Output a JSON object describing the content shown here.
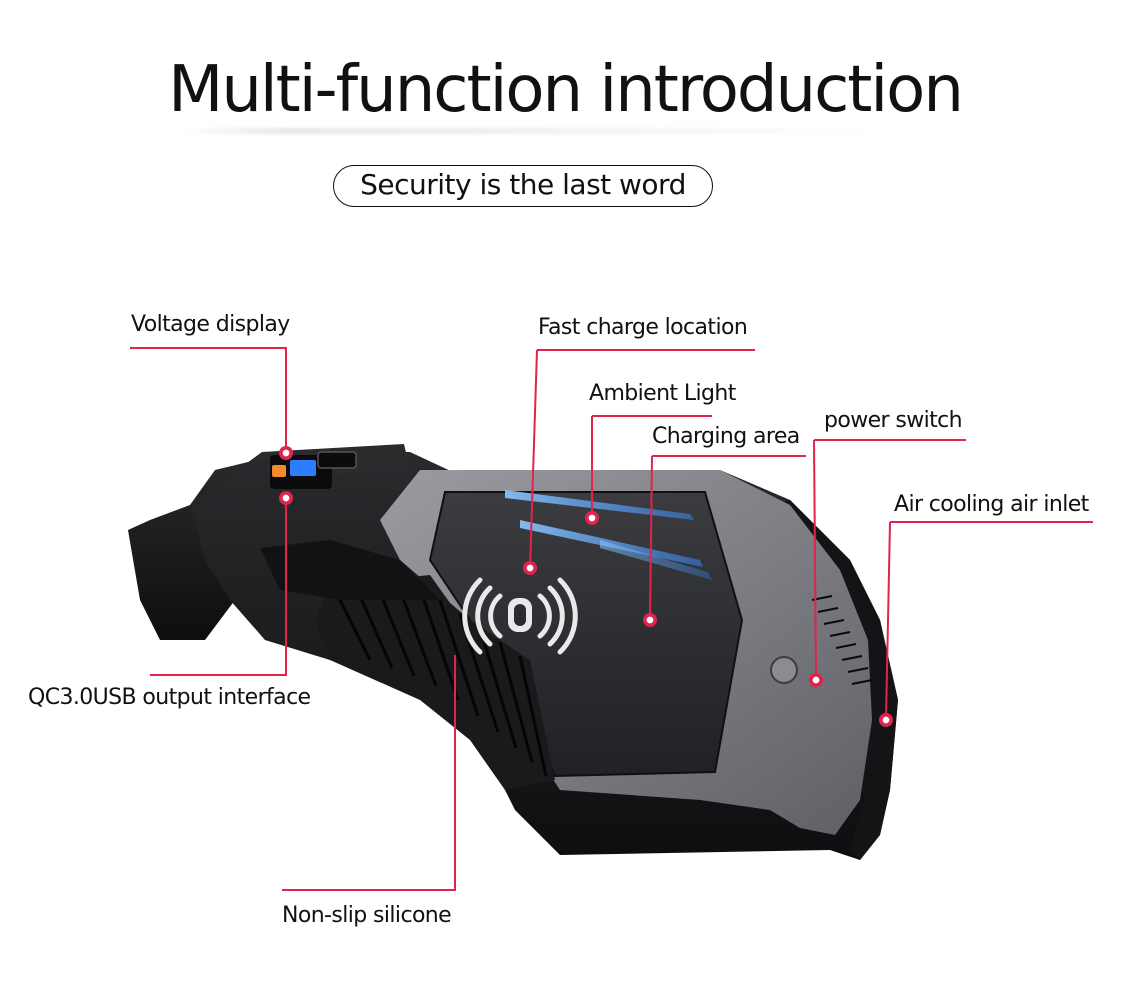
{
  "header": {
    "title": "Multi-function introduction",
    "subtitle": "Security is the last word"
  },
  "callouts": {
    "voltage_display": "Voltage display",
    "fast_charge_location": "Fast charge location",
    "ambient_light": "Ambient Light",
    "charging_area": "Charging area",
    "power_switch": "power switch",
    "air_cooling_air_inlet": "Air cooling air inlet",
    "qc_usb_output": "QC3.0USB output interface",
    "non_slip_silicone": "Non-slip silicone"
  },
  "colors": {
    "callout_line": "#e0244d",
    "device_body": "#1c1c1e",
    "device_panel": "#7e8086",
    "charging_pad": "#26282c",
    "ambient_light": "#5aa8ff",
    "voltage_display": "#2f7dff",
    "usb_port": "#f28c28"
  },
  "icons": {
    "wireless_charging": "wireless-charging-icon"
  }
}
